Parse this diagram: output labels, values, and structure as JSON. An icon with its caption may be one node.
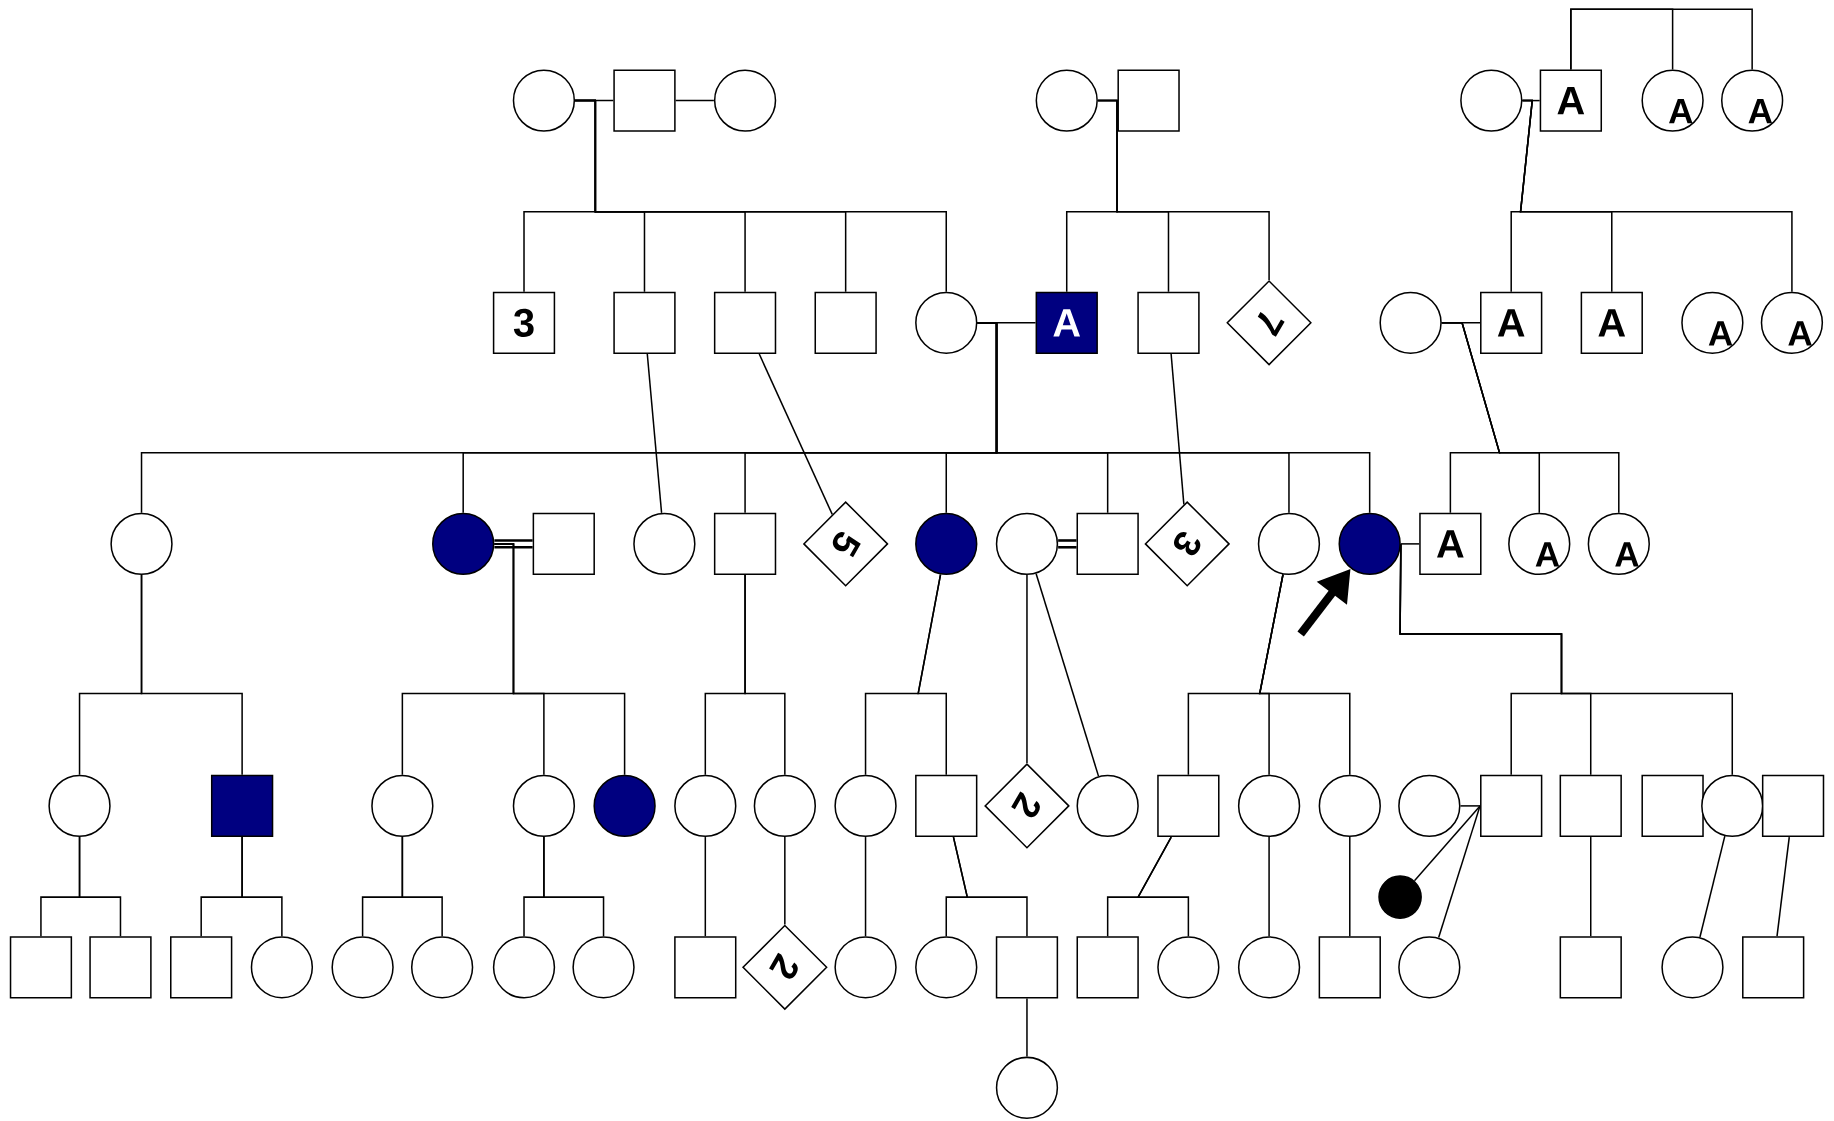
{
  "diagram": {
    "nodes": [
      {
        "text": [],
        "shape": "circle"
      },
      {
        "text": [],
        "shape": "box"
      },
      {
        "text": [],
        "shape": "circle"
      },
      {
        "text": [],
        "shape": "circle"
      },
      {
        "text": [],
        "shape": "box"
      },
      {
        "text": [],
        "shape": "circle"
      },
      {
        "text": [
          "A"
        ]
      },
      {
        "text": [
          "A"
        ]
      },
      {
        "text": [
          "A"
        ]
      },
      {
        "text": [
          "3"
        ]
      },
      {
        "text": [],
        "shape": "box"
      },
      {
        "text": [],
        "shape": "box"
      },
      {
        "text": [],
        "shape": "box"
      },
      {
        "text": [],
        "shape": "circle"
      },
      {
        "text": [
          "A"
        ]
      },
      {
        "text": [],
        "shape": "box"
      },
      {
        "text": [
          "7"
        ]
      },
      {
        "text": [],
        "shape": "circle"
      },
      {
        "text": [
          "A"
        ]
      },
      {
        "text": [
          "A"
        ]
      },
      {
        "text": [
          "A"
        ]
      },
      {
        "text": [
          "A"
        ]
      },
      {
        "text": [],
        "shape": "circle"
      },
      {
        "text": [],
        "shape": "circle"
      },
      {
        "text": [],
        "shape": "box"
      },
      {
        "text": [],
        "shape": "circle"
      },
      {
        "text": [],
        "shape": "box"
      },
      {
        "text": [
          "5"
        ]
      },
      {
        "text": [],
        "shape": "circle"
      },
      {
        "text": [],
        "shape": "circle"
      },
      {
        "text": [],
        "shape": "box"
      },
      {
        "text": [
          "3"
        ]
      },
      {
        "text": [],
        "shape": "circle"
      },
      {
        "text": [],
        "shape": "circle"
      },
      {
        "text": [
          "A"
        ]
      },
      {
        "text": [
          "A"
        ]
      },
      {
        "text": [
          "A"
        ]
      },
      {
        "text": [],
        "shape": "circle"
      },
      {
        "text": [],
        "shape": "box"
      },
      {
        "text": [],
        "shape": "circle"
      },
      {
        "text": [],
        "shape": "circle"
      },
      {
        "text": [],
        "shape": "circle"
      },
      {
        "text": [],
        "shape": "circle"
      },
      {
        "text": [],
        "shape": "circle"
      },
      {
        "text": [],
        "shape": "circle"
      },
      {
        "text": [],
        "shape": "box"
      },
      {
        "text": [
          "2"
        ]
      },
      {
        "text": [],
        "shape": "circle"
      },
      {
        "text": [],
        "shape": "box"
      },
      {
        "text": [],
        "shape": "circle"
      },
      {
        "text": [],
        "shape": "circle"
      },
      {
        "text": [],
        "shape": "circle"
      },
      {
        "text": [],
        "shape": "box"
      },
      {
        "text": [],
        "shape": "box"
      },
      {
        "text": [],
        "shape": "box"
      },
      {
        "text": [],
        "shape": "circle"
      },
      {
        "text": [],
        "shape": "box"
      },
      {
        "text": [],
        "shape": "circle"
      },
      {
        "text": [],
        "shape": "box"
      },
      {
        "text": [],
        "shape": "box"
      },
      {
        "text": [],
        "shape": "box"
      },
      {
        "text": [],
        "shape": "circle"
      },
      {
        "text": [],
        "shape": "circle"
      },
      {
        "text": [],
        "shape": "circle"
      },
      {
        "text": [],
        "shape": "circle"
      },
      {
        "text": [],
        "shape": "circle"
      },
      {
        "text": [],
        "shape": "box"
      },
      {
        "text": [
          "2"
        ]
      },
      {
        "text": [],
        "shape": "circle"
      },
      {
        "text": [],
        "shape": "circle"
      },
      {
        "text": [],
        "shape": "box"
      },
      {
        "text": [],
        "shape": "box"
      },
      {
        "text": [],
        "shape": "circle"
      },
      {
        "text": [],
        "shape": "circle"
      },
      {
        "text": [],
        "shape": "box"
      },
      {
        "text": [],
        "shape": "circle"
      },
      {
        "text": [],
        "shape": "box"
      },
      {
        "text": [],
        "shape": "circle"
      },
      {
        "text": [],
        "shape": "box"
      },
      {
        "text": [],
        "shape": "circle"
      }
    ],
    "edges": [
      {
        "from": 0,
        "to": 1,
        "arrow": "none"
      },
      {
        "from": 1,
        "to": 2,
        "arrow": "none"
      },
      {
        "from": 0,
        "to": 9,
        "arrow": "none"
      },
      {
        "from": 0,
        "to": 10,
        "arrow": "none"
      },
      {
        "from": 0,
        "to": 11,
        "arrow": "none"
      },
      {
        "from": 0,
        "to": 12,
        "arrow": "none"
      },
      {
        "from": 0,
        "to": 13,
        "arrow": "none"
      },
      {
        "from": 3,
        "to": 4,
        "arrow": "none"
      },
      {
        "from": 3,
        "to": 14,
        "arrow": "none"
      },
      {
        "from": 3,
        "to": 15,
        "arrow": "none"
      },
      {
        "from": 3,
        "to": 16,
        "arrow": "none"
      },
      {
        "from": 6,
        "to": 7,
        "arrow": "none"
      },
      {
        "from": 6,
        "to": 8,
        "arrow": "none"
      },
      {
        "from": 5,
        "to": 6,
        "arrow": "none"
      },
      {
        "from": 5,
        "to": 18,
        "arrow": "none"
      },
      {
        "from": 5,
        "to": 19,
        "arrow": "none"
      },
      {
        "from": 5,
        "to": 21,
        "arrow": "none"
      },
      {
        "from": 13,
        "to": 14,
        "arrow": "none"
      },
      {
        "from": 13,
        "to": 22,
        "arrow": "none"
      },
      {
        "from": 13,
        "to": 23,
        "arrow": "none"
      },
      {
        "from": 13,
        "to": 26,
        "arrow": "none"
      },
      {
        "from": 13,
        "to": 28,
        "arrow": "none"
      },
      {
        "from": 13,
        "to": 30,
        "arrow": "none"
      },
      {
        "from": 13,
        "to": 32,
        "arrow": "none"
      },
      {
        "from": 13,
        "to": 33,
        "arrow": "none"
      },
      {
        "from": 10,
        "to": 25,
        "arrow": "none"
      },
      {
        "from": 11,
        "to": 27,
        "arrow": "none"
      },
      {
        "from": 15,
        "to": 31,
        "arrow": "none"
      },
      {
        "from": 17,
        "to": 18,
        "arrow": "none"
      },
      {
        "from": 17,
        "to": 34,
        "arrow": "none"
      },
      {
        "from": 17,
        "to": 35,
        "arrow": "none"
      },
      {
        "from": 17,
        "to": 36,
        "arrow": "none"
      },
      {
        "from": 23,
        "to": 24,
        "arrow": "none",
        "style": "thick"
      },
      {
        "from": 23,
        "to": 39,
        "arrow": "none"
      },
      {
        "from": 23,
        "to": 40,
        "arrow": "none"
      },
      {
        "from": 23,
        "to": 41,
        "arrow": "none"
      },
      {
        "from": 22,
        "to": 37,
        "arrow": "none"
      },
      {
        "from": 22,
        "to": 38,
        "arrow": "none"
      },
      {
        "from": 26,
        "to": 42,
        "arrow": "none"
      },
      {
        "from": 26,
        "to": 43,
        "arrow": "none"
      },
      {
        "from": 28,
        "to": 44,
        "arrow": "none"
      },
      {
        "from": 28,
        "to": 45,
        "arrow": "none"
      },
      {
        "from": 29,
        "to": 30,
        "arrow": "none",
        "style": "thick"
      },
      {
        "from": 29,
        "to": 46,
        "arrow": "none"
      },
      {
        "from": 29,
        "to": 47,
        "arrow": "none"
      },
      {
        "from": 32,
        "to": 48,
        "arrow": "none"
      },
      {
        "from": 32,
        "to": 49,
        "arrow": "none"
      },
      {
        "from": 32,
        "to": 50,
        "arrow": "none"
      },
      {
        "from": null,
        "to": 33,
        "arrow": "to",
        "style": "thick"
      },
      {
        "from": 33,
        "to": 34,
        "arrow": "none"
      },
      {
        "from": 33,
        "to": 52,
        "arrow": "none"
      },
      {
        "from": 33,
        "to": 53,
        "arrow": "none"
      },
      {
        "from": 33,
        "to": 55,
        "arrow": "none"
      },
      {
        "from": 51,
        "to": 52,
        "arrow": "none"
      },
      {
        "from": 52,
        "to": 57,
        "arrow": "none"
      },
      {
        "from": 52,
        "to": 75,
        "arrow": "none"
      },
      {
        "from": 37,
        "to": 58,
        "arrow": "none"
      },
      {
        "from": 37,
        "to": 59,
        "arrow": "none"
      },
      {
        "from": 38,
        "to": 60,
        "arrow": "none"
      },
      {
        "from": 38,
        "to": 61,
        "arrow": "none"
      },
      {
        "from": 39,
        "to": 62,
        "arrow": "none"
      },
      {
        "from": 39,
        "to": 63,
        "arrow": "none"
      },
      {
        "from": 40,
        "to": 64,
        "arrow": "none"
      },
      {
        "from": 40,
        "to": 65,
        "arrow": "none"
      },
      {
        "from": 42,
        "to": 66,
        "arrow": "none"
      },
      {
        "from": 43,
        "to": 67,
        "arrow": "none"
      },
      {
        "from": 44,
        "to": 68,
        "arrow": "none"
      },
      {
        "from": 45,
        "to": 69,
        "arrow": "none"
      },
      {
        "from": 45,
        "to": 70,
        "arrow": "none"
      },
      {
        "from": 48,
        "to": 71,
        "arrow": "none"
      },
      {
        "from": 48,
        "to": 72,
        "arrow": "none"
      },
      {
        "from": 49,
        "to": 73,
        "arrow": "none"
      },
      {
        "from": 50,
        "to": 74,
        "arrow": "none"
      },
      {
        "from": 53,
        "to": 76,
        "arrow": "none"
      },
      {
        "from": 55,
        "to": 77,
        "arrow": "none"
      },
      {
        "from": 56,
        "to": 78,
        "arrow": "none"
      },
      {
        "from": 70,
        "to": 79,
        "arrow": "none"
      }
    ]
  }
}
